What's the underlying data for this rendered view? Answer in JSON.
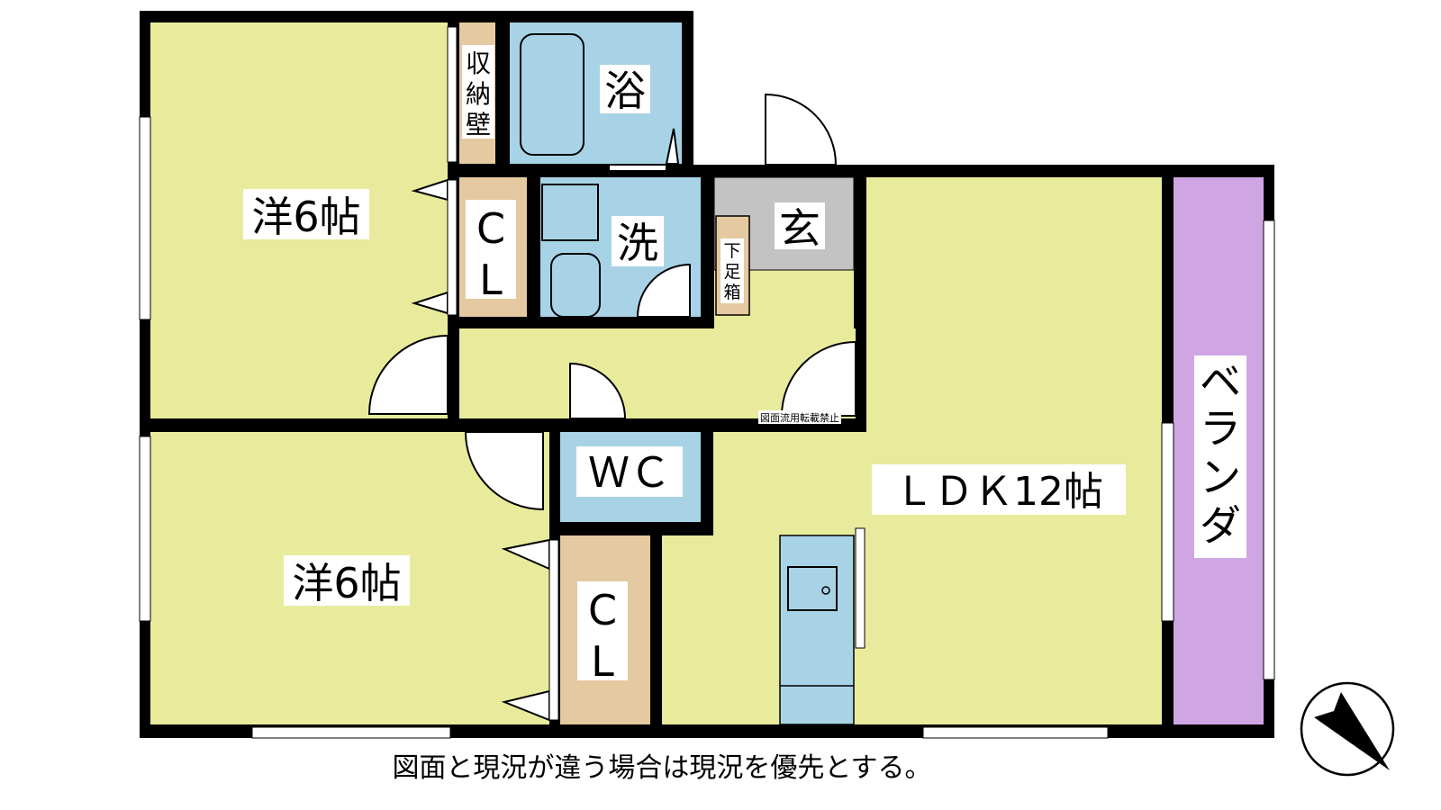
{
  "rooms": {
    "western1": "洋6帖",
    "western2": "洋6帖",
    "storage_wall": [
      "収",
      "納",
      "壁"
    ],
    "bath": "浴",
    "closet1": [
      "C",
      "L"
    ],
    "closet2": [
      "C",
      "L"
    ],
    "washroom": "洗",
    "entrance": "玄",
    "shoe_cabinet": [
      "下",
      "足",
      "箱"
    ],
    "wc": "ＷＣ",
    "ldk": "ＬＤＫ12帖",
    "veranda": [
      "ベ",
      "ラ",
      "ン",
      "ダ"
    ]
  },
  "watermark": "図面流用転載禁止",
  "footer_note": "図面と現況が違う場合は現況を優先とする。",
  "compass_icon": "north-arrow-icon",
  "colors": {
    "room": "#e9eb9c",
    "wet": "#a8d3e6",
    "storage": "#e5c9a0",
    "entrance": "#c3c3c3",
    "veranda": "#cfa6e3",
    "wall": "#000000"
  }
}
